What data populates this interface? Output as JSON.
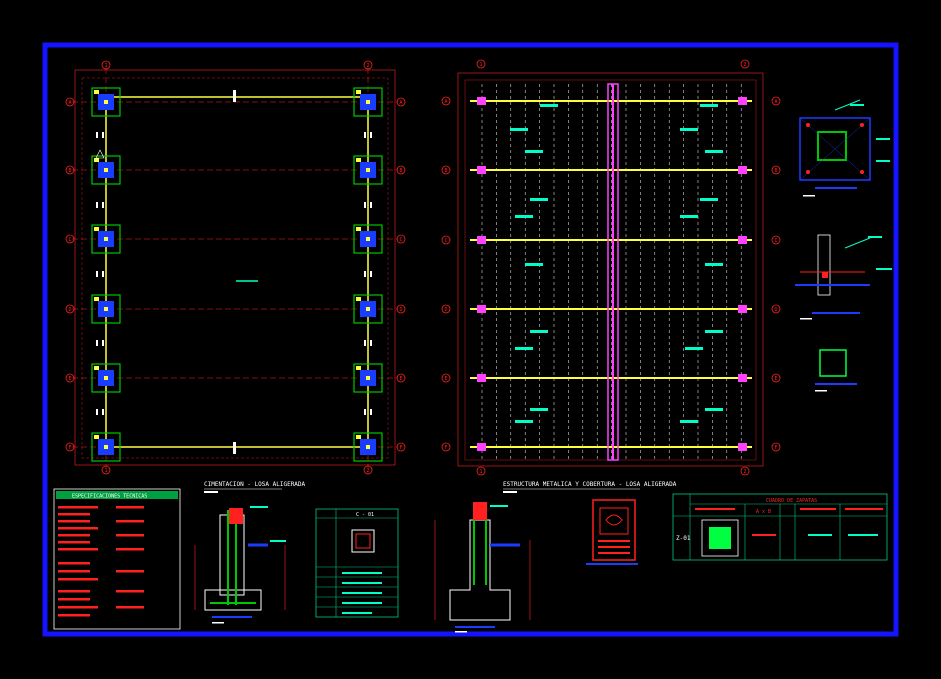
{
  "colors": {
    "background": "#000000",
    "frame": "#1414ff",
    "grid_axis": "#ff2020",
    "beam": "#ffff40",
    "column": "#1a3cff",
    "footing": "#00c800",
    "annotation": "#00ffc8",
    "bracing": "#ff40ff",
    "text_red": "#ff2020",
    "text_white": "#ffffff"
  },
  "sheet": {
    "plan_left": {
      "title": "CIMENTACION - LOSA ALIGERADA",
      "axis_letters": [
        "A",
        "B",
        "C",
        "D",
        "E",
        "F"
      ],
      "axis_numbers": [
        "1",
        "2"
      ]
    },
    "plan_right": {
      "title": "ESTRUCTURA METALICA Y COBERTURA - LOSA ALIGERADA",
      "axis_letters": [
        "A",
        "B",
        "C",
        "D",
        "E",
        "F"
      ],
      "axis_numbers": [
        "1",
        "2"
      ]
    },
    "specs_title": "ESPECIFICACIONES TECNICAS",
    "footing_table": {
      "title": "CUADRO DE ZAPATAS",
      "zapata_label": "Z-01",
      "column_header": "A x B"
    },
    "column_table": {
      "header": "C - 01"
    },
    "icons": [
      "north-arrow-icon",
      "title-block-stamp-icon"
    ]
  }
}
